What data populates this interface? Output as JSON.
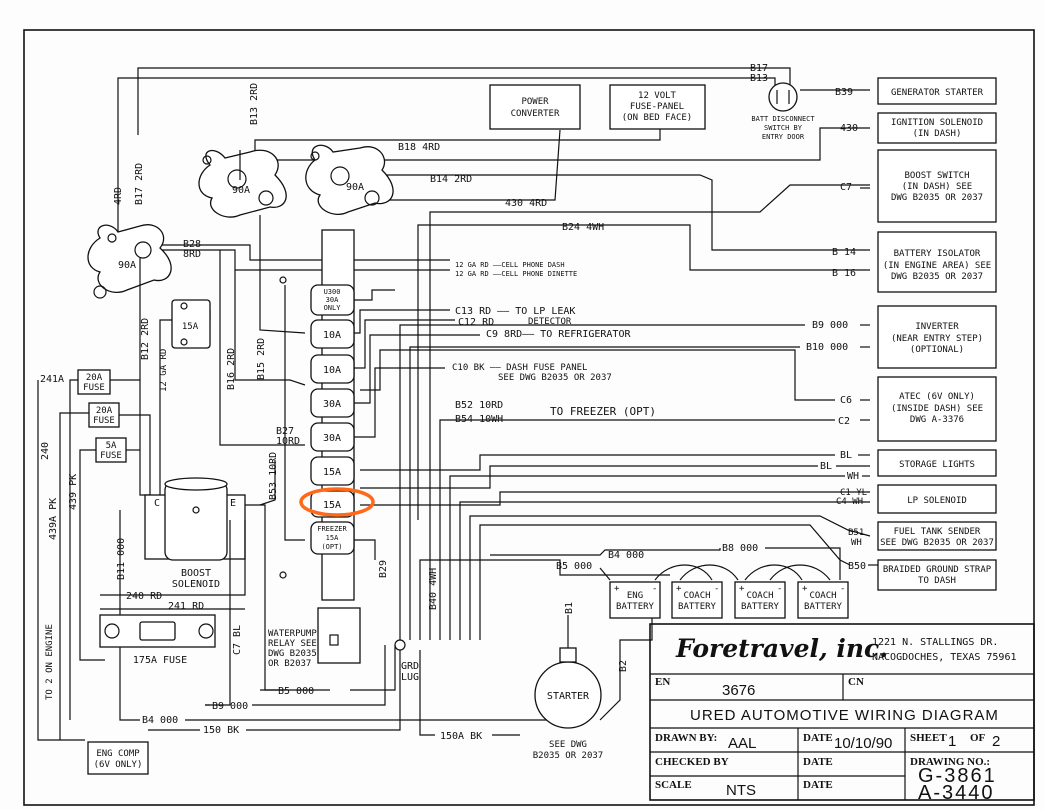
{
  "boxes": {
    "power_converter": [
      "POWER",
      "CONVERTER"
    ],
    "fuse_panel": [
      "12 VOLT",
      "FUSE-PANEL",
      "(ON BED FACE)"
    ],
    "generator_starter": "GENERATOR STARTER",
    "ignition_solenoid": [
      "IGNITION SOLENOID",
      "(IN DASH)"
    ],
    "boost_switch": [
      "BOOST SWITCH",
      "(IN DASH) SEE",
      "DWG B2035 OR 2037"
    ],
    "battery_isolator": [
      "BATTERY ISOLATOR",
      "(IN ENGINE AREA) SEE",
      "DWG B2035 OR 2037"
    ],
    "inverter": [
      "INVERTER",
      "(NEAR ENTRY STEP)",
      "(OPTIONAL)"
    ],
    "atec": [
      "ATEC (6V ONLY)",
      "(INSIDE DASH) SEE",
      "DWG A-3376"
    ],
    "storage_lights": "STORAGE LIGHTS",
    "lp_solenoid": "LP SOLENOID",
    "fuel_tank_sender": [
      "FUEL TANK SENDER",
      "SEE DWG B2035 OR 2037"
    ],
    "braided_ground": [
      "BRAIDED GROUND STRAP",
      "TO DASH"
    ],
    "fuse_20a_1": [
      "20A",
      "FUSE"
    ],
    "fuse_20a_2": [
      "20A",
      "FUSE"
    ],
    "fuse_5a": [
      "5A",
      "FUSE"
    ],
    "eng_comp": [
      "ENG COMP",
      "(6V ONLY)"
    ],
    "eng_battery": [
      "ENG",
      "BATTERY"
    ],
    "coach_battery": [
      "COACH",
      "BATTERY"
    ],
    "starter": "STARTER",
    "boost_solenoid": [
      "BOOST",
      "SOLENOID"
    ],
    "fuse_175a": "175A FUSE",
    "waterpump_relay": [
      "WATERPUMP",
      "RELAY SEE",
      "DWG B2035",
      "OR B2037"
    ],
    "grd_lug": [
      "GRD",
      "LUG"
    ],
    "batt_disconnect": [
      "BATT DISCONNECT",
      "SWITCH BY",
      "ENTRY DOOR"
    ],
    "see_dwg_starter": [
      "SEE DWG",
      "B2035 OR 2037"
    ]
  },
  "breakers": [
    "90A",
    "90A",
    "90A"
  ],
  "fuses": {
    "u300": [
      "U300",
      "30A",
      "ONLY"
    ],
    "f2": "10A",
    "f3": "10A",
    "f4": "30A",
    "f5": "30A",
    "f6": "15A",
    "f7": "15A",
    "freezer": [
      "FREEZER",
      "15A",
      "(OPT)"
    ],
    "small": "15A"
  },
  "wires": {
    "B17": "B17",
    "B13": "B13",
    "B39": "B39",
    "w430": "430",
    "B18": "B18  4RD",
    "B14": "B14  2RD",
    "w430_4rd": "430  4RD",
    "B24": "B24  4WH",
    "B13_2rd": "B13  2RD",
    "B17_2rd": "B17  2RD",
    "w4rd": "4RD",
    "B28": "B28",
    "w8rd": "8RD",
    "C7": "C7",
    "B14r": "B 14",
    "B16r": "B 16",
    "cell_dash": "12 GA RD ——CELL PHONE DASH",
    "cell_dinette": "12 GA RD ——CELL PHONE DINETTE",
    "C13": "C13  RD —— TO LP LEAK",
    "detector": "DETECTOR",
    "C12": "C12  RD",
    "C9": "C9  8RD—— TO REFRIGERATOR",
    "C10": "C10  BK —— DASH FUSE PANEL",
    "C10b": "SEE DWG B2035 OR 2037",
    "B52": "B52  10RD",
    "B54": "B54  10WH",
    "freezer_opt": "TO FREEZER (OPT)",
    "B9": "B9  000",
    "B10": "B10  000",
    "C6": "C6",
    "C2": "C2",
    "BL1": "BL",
    "BL2": "BL",
    "WH": "WH",
    "C1": "C1  YL",
    "C4": "C4  WH",
    "B51": "B51",
    "B51wh": "WH",
    "B50": "B50",
    "B12": "B12  2RD",
    "w12ga": "12 GA RD",
    "B16": "B16  2RD",
    "B15": "B15  2RD",
    "B27": "B27",
    "w10rd": "10RD",
    "B53": "B53  10RD",
    "w241a": "241A",
    "w240": "240",
    "w439a": "439A  PK",
    "w439": "439  PK",
    "B11": "B11  000",
    "w240rd": "240  RD",
    "w241rd": "241  RD",
    "C7bl": "C7  BL",
    "to2": "TO 2 ON ENGINE",
    "B5": "B5  000",
    "B9b": "B9  000",
    "B4": "B4  000",
    "w150": "150  BK",
    "w150a": "150A  BK",
    "B29": "B29",
    "B40": "B40  4WH",
    "B4r": "B4  000",
    "B8": "B8  000",
    "B5r": "B5  000",
    "B1": "B1",
    "B2": "B2",
    "C": "C",
    "E": "E"
  },
  "title_block": {
    "company": "Foretravel, inc.",
    "address1": "1221 N. STALLINGS DR.",
    "address2": "NACOGDOCHES, TEXAS 75961",
    "en_label": "EN",
    "en_value": "3676",
    "cn_label": "CN",
    "title": "URED AUTOMOTIVE WIRING DIAGRAM",
    "drawn_label": "DRAWN BY:",
    "drawn_value": "AAL",
    "date_label": "DATE",
    "date_value": "10/10/90",
    "sheet_label": "SHEET",
    "sheet_value": "1",
    "of_label": "OF",
    "of_value": "2",
    "checked_label": "CHECKED BY",
    "date2_label": "DATE",
    "drawing_label": "DRAWING NO.:",
    "drawing_1": "G-3861",
    "drawing_2": "A-3440",
    "scale_label": "SCALE",
    "scale_value": "NTS",
    "date3_label": "DATE"
  }
}
